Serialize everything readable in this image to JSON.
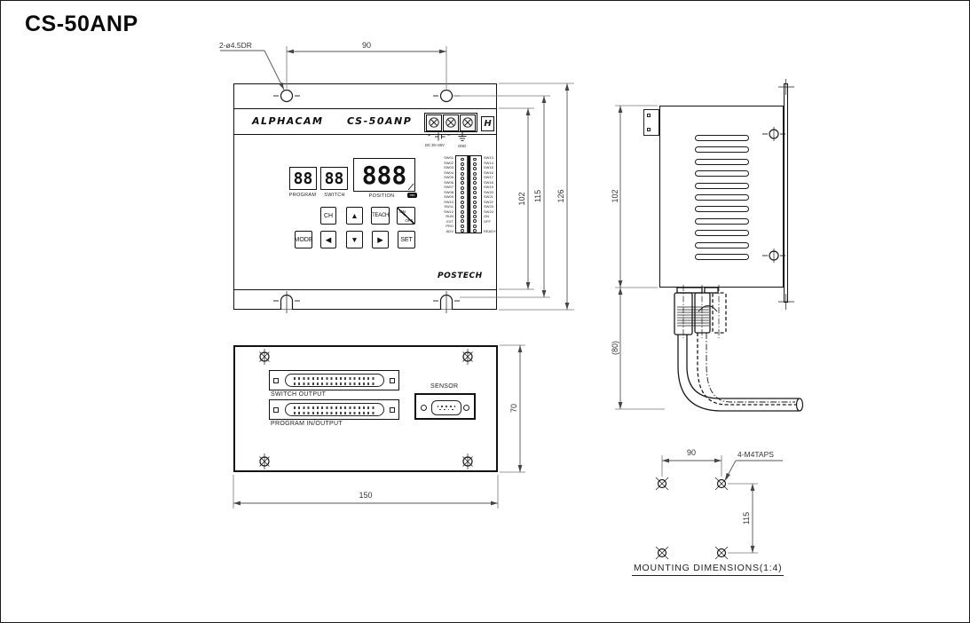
{
  "title": "CS-50ANP",
  "front_view": {
    "hole_callout": "2-ø4.5DR",
    "dims": {
      "hole_spacing": "90",
      "inner_height": "102",
      "hole_to_slot": "115",
      "total_height": "126"
    },
    "panel": {
      "brand": "ALPHACAM",
      "model": "CS-50ANP",
      "maker_mark": "H",
      "power": {
        "plus": "+",
        "minus": "−",
        "rating": "DC 20~26V",
        "ground": "GND"
      },
      "displays": {
        "program": {
          "value": "88",
          "label": "PROGRAM"
        },
        "switch": {
          "value": "88",
          "label": "SWITCH"
        },
        "position": {
          "value": "888",
          "label": "POSITION",
          "unit": "mm"
        }
      },
      "buttons_row1": [
        "CH",
        "▲",
        "TEACH"
      ],
      "on_off_button": {
        "top": "ON",
        "bottom": "OFF"
      },
      "buttons_row2": [
        "MODE",
        "◀",
        "▼",
        "▶",
        "SET"
      ],
      "terminal_left": [
        "SW01",
        "SW02",
        "SW03",
        "SW04",
        "SW05",
        "SW06",
        "SW07",
        "SW08",
        "SW09",
        "SW10",
        "SW11",
        "SW12",
        "RUN",
        "EXT",
        "PRG",
        "ADV"
      ],
      "terminal_right": [
        "SW13",
        "SW14",
        "SW15",
        "SW16",
        "SW17",
        "SW18",
        "SW19",
        "SW20",
        "SW21",
        "SW22",
        "SW23",
        "SW24",
        "ON",
        "OFF",
        "",
        "READY"
      ],
      "footer_brand": "POSTECH"
    }
  },
  "bottom_view": {
    "connector1_label": "SWITCH OUTPUT",
    "connector2_label": "PROGRAM IN/OUTPUT",
    "sensor_label": "SENSOR",
    "dims": {
      "width": "150",
      "height": "70"
    }
  },
  "side_view": {
    "dims": {
      "height": "102",
      "depth_ref": "(80)"
    },
    "vent_slot_count": 11
  },
  "mounting": {
    "dims": {
      "hole_spacing_x": "90",
      "hole_spacing_y": "115"
    },
    "tap_callout": "4-M4TAPS",
    "caption": "MOUNTING DIMENSIONS(1:4)"
  },
  "colors": {
    "line": "#1a1a1a",
    "dimension": "#555555",
    "background": "#ffffff"
  }
}
